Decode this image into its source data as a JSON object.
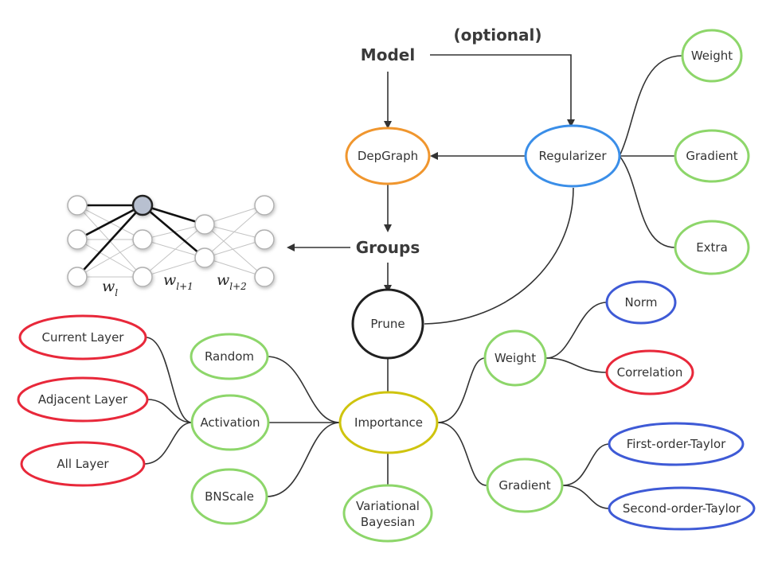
{
  "colors": {
    "orange": "#f0962e",
    "blue": "#3a8ee8",
    "green": "#8dd66a",
    "black": "#202020",
    "yellow": "#cfc40e",
    "red": "#e8283a",
    "navy": "#3e5ad6",
    "line": "#222222"
  },
  "top_labels": {
    "model": "Model",
    "optional": "(optional)",
    "groups": "Groups"
  },
  "nodes": {
    "depgraph": "DepGraph",
    "regularizer": "Regularizer",
    "reg_weight": "Weight",
    "reg_gradient": "Gradient",
    "reg_extra": "Extra",
    "prune": "Prune",
    "importance": "Importance",
    "random": "Random",
    "activation": "Activation",
    "bnscale": "BNScale",
    "variational_line1": "Variational",
    "variational_line2": "Bayesian",
    "current_layer": "Current Layer",
    "adjacent_layer": "Adjacent Layer",
    "all_layer": "All Layer",
    "imp_weight": "Weight",
    "norm": "Norm",
    "correlation": "Correlation",
    "imp_gradient": "Gradient",
    "first_order": "First-order-Taylor",
    "second_order": "Second-order-Taylor"
  },
  "network": {
    "w": "w",
    "sub_l": "l",
    "sub_l1": "l+1",
    "sub_l2": "l+2"
  }
}
